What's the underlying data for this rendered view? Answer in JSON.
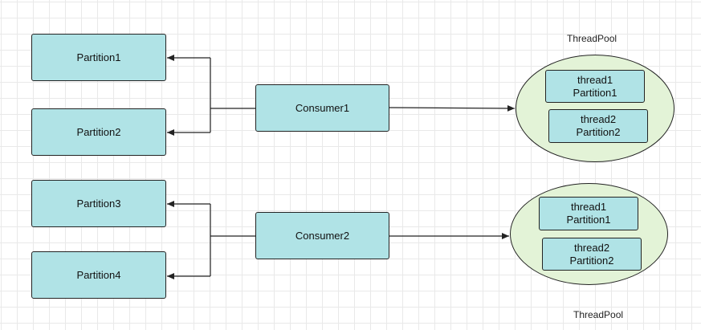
{
  "partitions": [
    "Partition1",
    "Partition2",
    "Partition3",
    "Partition4"
  ],
  "consumers": [
    "Consumer1",
    "Consumer2"
  ],
  "pools": [
    {
      "label": "ThreadPool",
      "threads": [
        {
          "thread": "thread1",
          "partition": "Partition1"
        },
        {
          "thread": "thread2",
          "partition": "Partition2"
        }
      ]
    },
    {
      "label": "ThreadPool",
      "threads": [
        {
          "thread": "thread1",
          "partition": "Partition1"
        },
        {
          "thread": "thread2",
          "partition": "Partition2"
        }
      ]
    }
  ],
  "colors": {
    "box_fill": "#b0e3e6",
    "pool_fill": "#e3f3d7",
    "stroke": "#232323"
  }
}
